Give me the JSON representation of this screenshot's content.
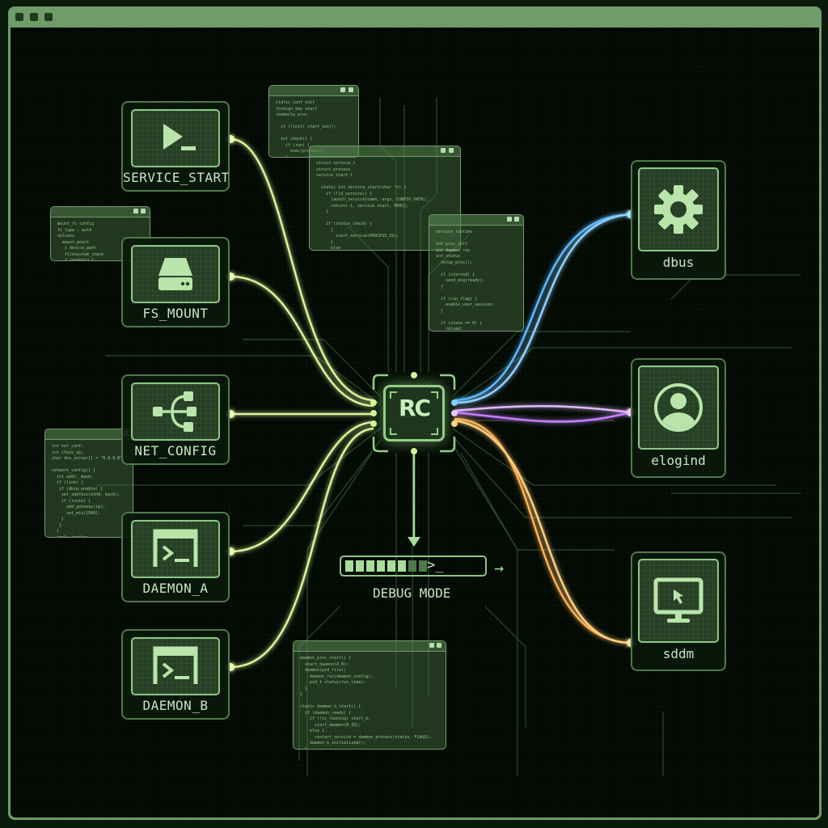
{
  "window": {
    "title_buttons": [
      "window-button-1",
      "window-button-2",
      "window-button-3"
    ],
    "frame_color": "#6f9c68",
    "background_color": "#030a04"
  },
  "hub": {
    "label": "RC",
    "color": "#93cf86"
  },
  "left_nodes": [
    {
      "id": "service_start",
      "label": "SERVICE_START",
      "icon": "terminal-prompt-icon"
    },
    {
      "id": "fs_mount",
      "label": "FS_MOUNT",
      "icon": "hard-drive-icon"
    },
    {
      "id": "net_config",
      "label": "NET_CONFIG",
      "icon": "network-branch-icon"
    },
    {
      "id": "daemon_a",
      "label": "DAEMON_A",
      "icon": "terminal-window-icon"
    },
    {
      "id": "daemon_b",
      "label": "DAEMON_B",
      "icon": "terminal-window-icon"
    }
  ],
  "right_nodes": [
    {
      "id": "dbus",
      "label": "dbus",
      "icon": "gear-icon",
      "wire_color": "#5fb8ff"
    },
    {
      "id": "elogind",
      "label": "elogind",
      "icon": "user-circle-icon",
      "wire_color": "#c77dff"
    },
    {
      "id": "sddm",
      "label": "sddm",
      "icon": "monitor-cursor-icon",
      "wire_color": "#ffb050"
    }
  ],
  "debug": {
    "label": "DEBUG MODE",
    "prompt": ">_",
    "segments_filled": 6,
    "segments_total": 8,
    "arrow": "→"
  },
  "colors": {
    "left_wire": "#d8f59a",
    "panel_border": "#8dc785",
    "text": "#c9e6c2"
  }
}
